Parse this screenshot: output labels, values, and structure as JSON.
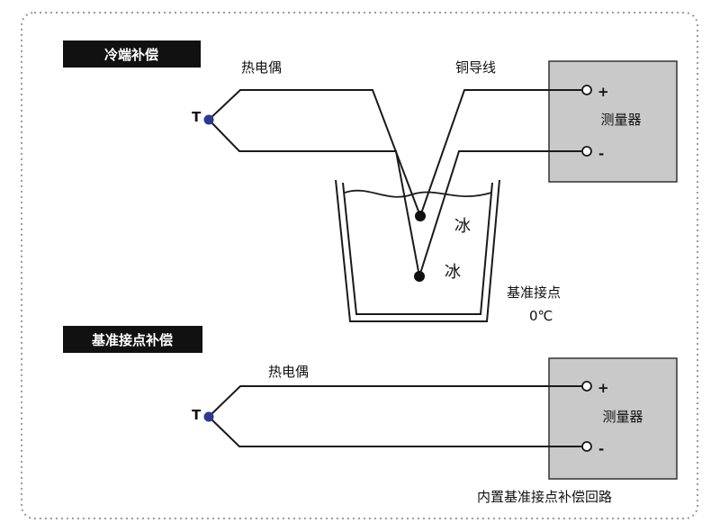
{
  "section_cold": {
    "header": "冷端补偿",
    "thermocouple_label": "热电偶",
    "copper_label": "铜导线",
    "terminal_label": "T",
    "meter": {
      "label": "测量器",
      "plus": "+",
      "minus": "-"
    },
    "ice_upper": "冰",
    "ice_lower": "冰",
    "junction_label": "基准接点",
    "junction_temp": "0℃"
  },
  "section_ref": {
    "header": "基准接点补偿",
    "thermocouple_label": "热电偶",
    "terminal_label": "T",
    "meter": {
      "label": "测量器",
      "plus": "+",
      "minus": "-"
    },
    "caption": "内置基准接点补偿回路"
  },
  "colors": {
    "wire": "#1a1a1a",
    "meter_fill": "#c9c9c9",
    "terminal_dot": "#2b3a8f",
    "header_bg": "#111111",
    "frame": "#9a9a9a"
  }
}
